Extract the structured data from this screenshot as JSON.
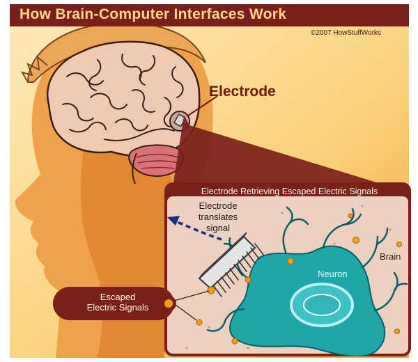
{
  "header": {
    "title": "How Brain-Computer Interfaces Work",
    "copyright": "©2007 HowStuffWorks"
  },
  "labels": {
    "electrode": "Electrode",
    "detail_title": "Electrode Retrieving Escaped Electric Signals",
    "translates_1": "Electrode",
    "translates_2": "translates",
    "translates_3": "signal",
    "neuron": "Neuron",
    "brain": "Brain",
    "escaped_1": "Escaped",
    "escaped_2": "Electric Signals"
  },
  "colors": {
    "banner": "#7a1f1a",
    "background_light": "#fde8b3",
    "background_dark": "#f6b04a",
    "head_shadow": "#d97a24",
    "brain": "#eec9b4",
    "cerebellum": "#d9717a",
    "neuron": "#1ea7a6",
    "nucleus": "#9ee4ef",
    "signal_dot": "#f4a012",
    "tissue": "#ecd0c0"
  },
  "icons": [
    "electrode-chip-icon",
    "electrode-comb-icon",
    "dashed-arrow-icon",
    "neuron-icon",
    "signal-dot-icon"
  ]
}
